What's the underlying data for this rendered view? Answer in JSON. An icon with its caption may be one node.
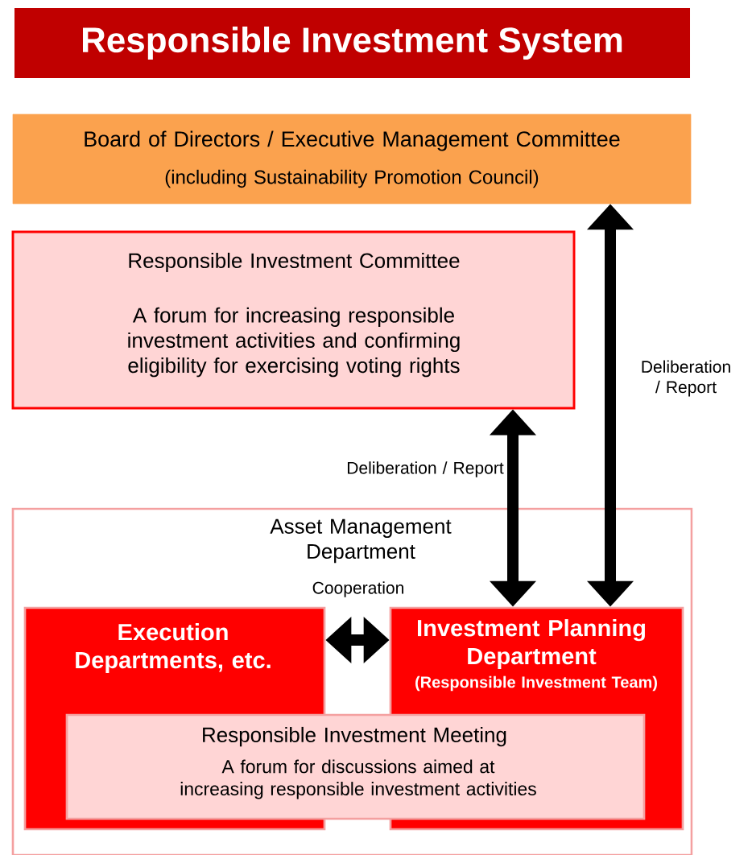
{
  "diagram": {
    "title": "Responsible Investment System",
    "nodes": [
      {
        "text": [
          "Board of Directors / Executive Management Committee",
          "(including Sustainability Promotion Council)"
        ]
      },
      {
        "text": [
          "Responsible Investment Committee",
          "A forum for increasing responsible investment activities and confirming eligibility for exercising voting rights"
        ]
      },
      {
        "text": [
          "Asset Management Department"
        ]
      },
      {
        "text": [
          "Execution Departments, etc."
        ],
        "in": 2
      },
      {
        "text": [
          "Investment Planning Department",
          "(Responsible Investment Team)"
        ],
        "in": 2
      },
      {
        "text": [
          "Responsible Investment Meeting",
          "A forum for discussions aimed at increasing responsible investment activities"
        ],
        "in": 2
      }
    ],
    "edges": [
      {
        "from": 0,
        "to": 4,
        "arrow": "both",
        "label": "Deliberation / Report"
      },
      {
        "from": 1,
        "to": 4,
        "arrow": "both",
        "label": "Deliberation / Report"
      },
      {
        "from": 3,
        "to": 4,
        "arrow": "both",
        "label": "Cooperation"
      }
    ]
  }
}
